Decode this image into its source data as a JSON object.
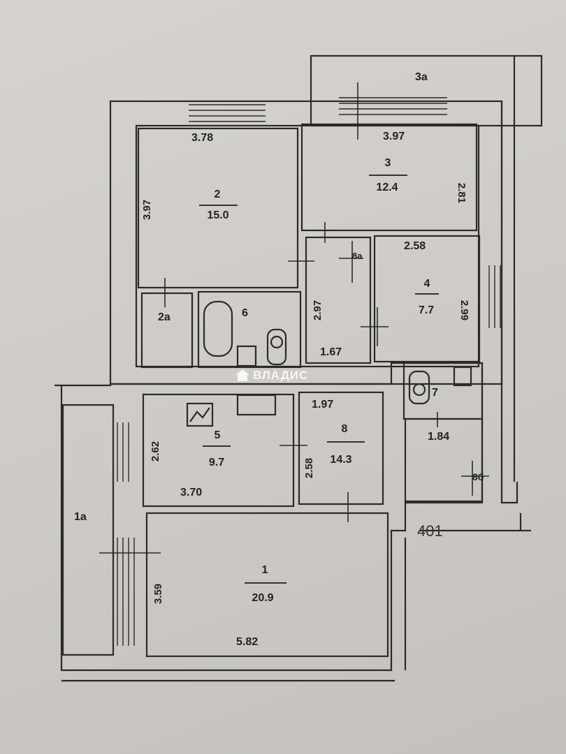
{
  "rooms": [
    {
      "id": "2",
      "area": "15.0",
      "width": "3.78",
      "length": "3.97"
    },
    {
      "id": "3",
      "area": "12.4",
      "width": "3.97",
      "length": "2.81"
    },
    {
      "id": "4",
      "area": "7.7",
      "width": "2.58",
      "length": "2.99"
    },
    {
      "id": "5",
      "area": "9.7",
      "width": "3.70",
      "length": "2.62"
    },
    {
      "id": "8",
      "area": "14.3",
      "width": "1.97",
      "length": "2.58"
    },
    {
      "id": "1",
      "area": "20.9",
      "width": "5.82",
      "length": "3.59"
    }
  ],
  "small_rooms": {
    "r2a": "2а",
    "r3a": "3а",
    "r1a": "1а",
    "r6": "6",
    "r7": "7",
    "r8a": "8а",
    "r8b": "8б"
  },
  "extra_dims": {
    "corridor_len": "2.97",
    "corridor_w": "1.67",
    "room7_w": "1.84"
  },
  "sheet_number": "401",
  "watermark": "ВЛАДИС",
  "colors": {
    "paper": "#cfccc8",
    "wall": "#2a2a2a",
    "hatch": "#3a3a3a"
  }
}
